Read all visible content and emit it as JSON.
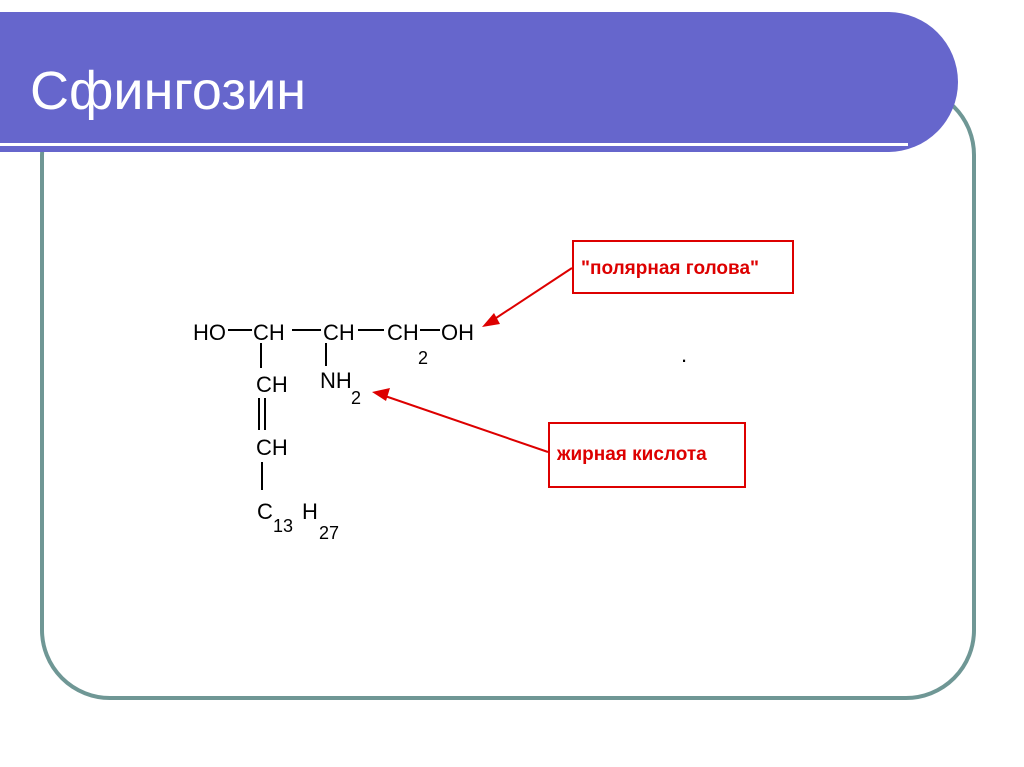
{
  "slide": {
    "title": "Сфингозин"
  },
  "formula": {
    "ho": "HO",
    "ch1": "CH",
    "ch2": "CH",
    "ch3": "CH",
    "ch3_sub": "2",
    "oh": "OH",
    "nh": "NH",
    "nh_sub": "2",
    "ch4": "CH",
    "ch5": "CH",
    "c": "C",
    "c_sub": "13",
    "h": "H",
    "h_sub": "27"
  },
  "labels": {
    "polar_head": "\"полярная голова\"",
    "fatty_acid": "жирная кислота",
    "dot": "."
  },
  "colors": {
    "title_bar": "#6666cc",
    "frame": "#6f9795",
    "label": "#dd0000"
  }
}
